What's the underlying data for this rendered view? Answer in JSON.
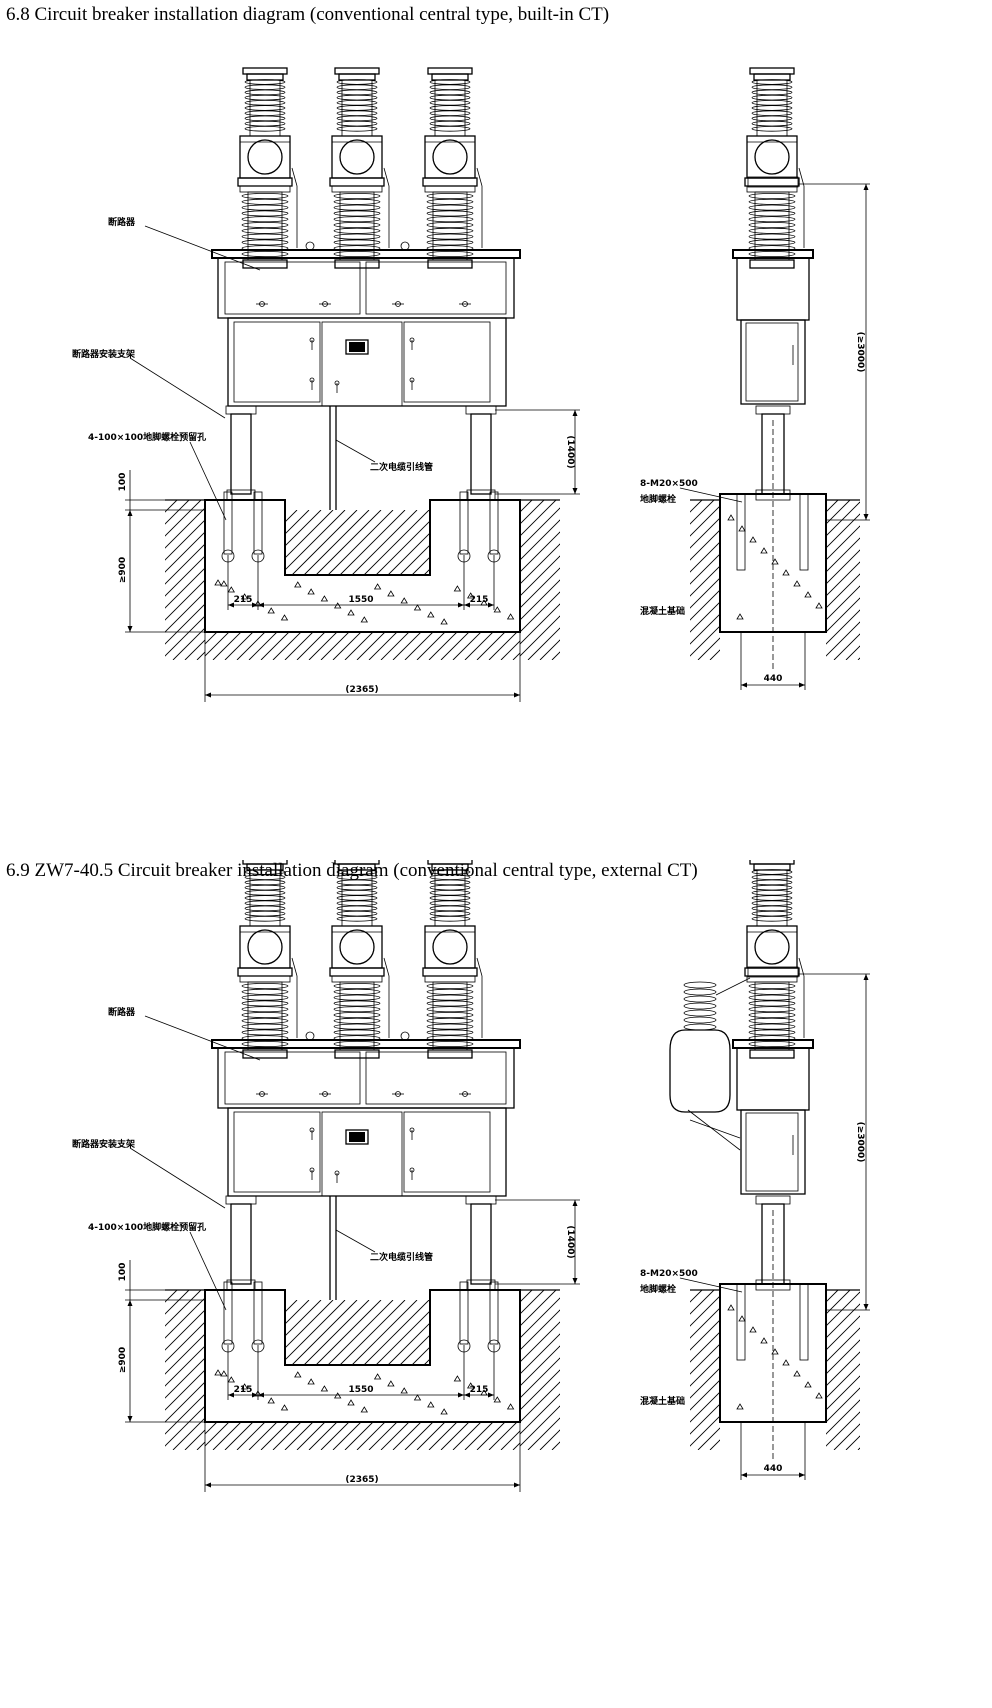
{
  "diagrams": [
    {
      "title": "6.8 Circuit breaker installation diagram (conventional central type, built-in CT)",
      "labels": {
        "breaker": "断路器",
        "mount_frame": "断路器安装支架",
        "anchor_holes": "4-100×100地脚螺栓预留孔",
        "cable_pipe": "二次电缆引线管",
        "side_bolts": "8-M20×500",
        "side_bolts_2": "地脚螺栓",
        "foundation": "混凝土基础"
      },
      "dims": {
        "d215_left": "215",
        "d1550": "1550",
        "d215_right": "215",
        "d2365": "(2365)",
        "d100": "100",
        "d900": "≥900",
        "d1400": "(1400)",
        "d3000": "(≥3000)",
        "d440": "440"
      }
    },
    {
      "title": "6.9 ZW7-40.5 Circuit breaker installation diagram (conventional central type, external CT)",
      "labels": {
        "breaker": "断路器",
        "mount_frame": "断路器安装支架",
        "anchor_holes": "4-100×100地脚螺栓预留孔",
        "cable_pipe": "二次电缆引线管",
        "side_bolts": "8-M20×500",
        "side_bolts_2": "地脚螺栓",
        "foundation": "混凝土基础"
      },
      "dims": {
        "d215_left": "215",
        "d1550": "1550",
        "d215_right": "215",
        "d2365": "(2365)",
        "d100": "100",
        "d900": "≥900",
        "d1400": "(1400)",
        "d3000": "(≥3000)",
        "d440": "440"
      }
    }
  ]
}
